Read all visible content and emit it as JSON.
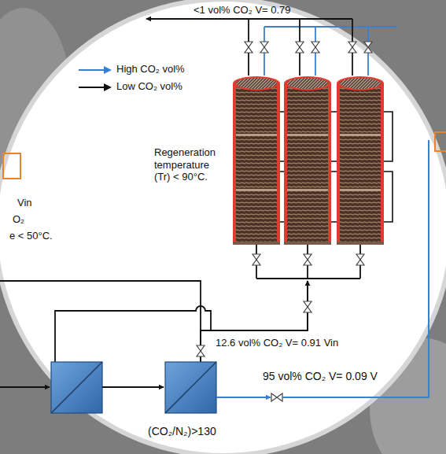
{
  "diagram": {
    "labels": [
      "<1 vol% CO₂ V= 0.79",
      "Regeneration temperature (Tr) < 90°C.",
      "Vin",
      "O₂",
      "e < 50°C.",
      "12.6 vol% CO₂ V= 0.91 Vin",
      "95 vol% CO₂ V= 0.09 V",
      "(CO₂/N₂)>130"
    ],
    "legend": [
      {
        "text": "High CO₂ vol%"
      },
      {
        "text": "Low CO₂ vol%"
      }
    ]
  }
}
